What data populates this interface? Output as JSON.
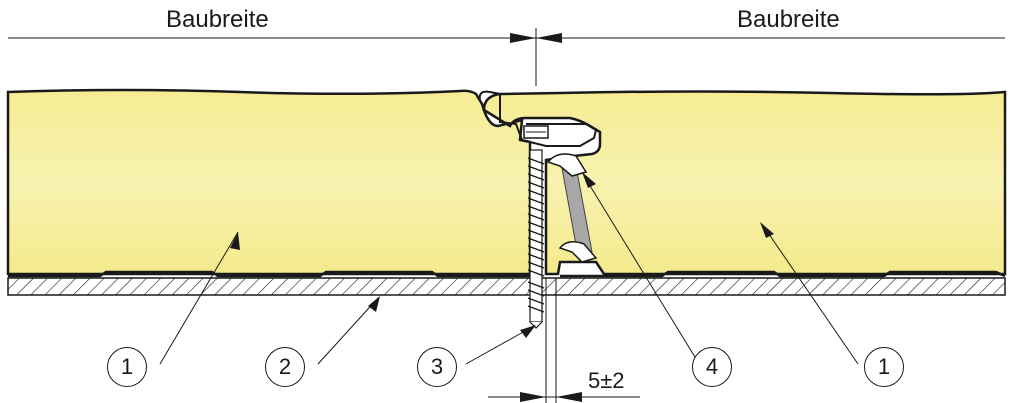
{
  "dimension_labels": {
    "left": "Baubreite",
    "right": "Baubreite"
  },
  "callouts": {
    "panel_left": "1",
    "substructure": "2",
    "screw": "3",
    "clip": "4",
    "panel_right": "1"
  },
  "tolerance": "5±2",
  "colors": {
    "panel_fill": "#f7ee9a",
    "line": "#1a1a1a",
    "clip_grey": "#a8a8a8"
  }
}
